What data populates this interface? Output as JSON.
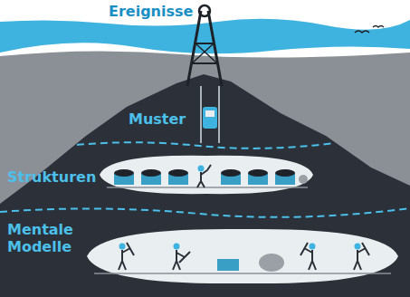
{
  "diagram": {
    "nodes": [
      {
        "text": [
          "Ereignisse"
        ]
      },
      {
        "text": [
          "Muster"
        ]
      },
      {
        "text": [
          "Strukturen"
        ]
      },
      {
        "text": [
          "Mentale Modelle"
        ]
      }
    ]
  }
}
